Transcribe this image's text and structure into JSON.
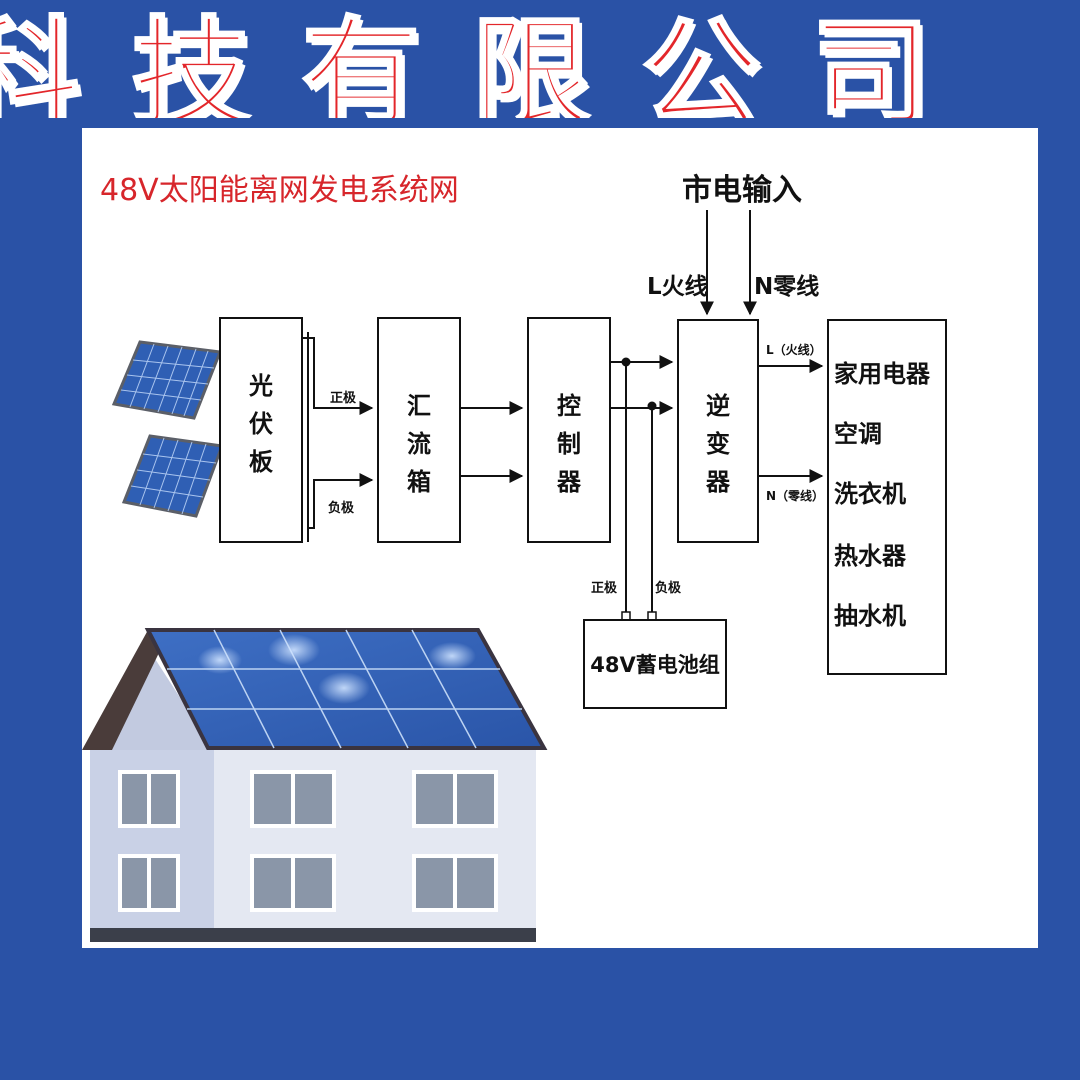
{
  "banner": {
    "text": "科技有限公司"
  },
  "diagram": {
    "title": "48V太阳能离网发电系统网",
    "grid_input": "市电输入",
    "l_live": "L火线",
    "n_neutral": "N零线",
    "boxes": {
      "pv": [
        "光",
        "伏",
        "板"
      ],
      "combiner": [
        "汇",
        "流",
        "箱"
      ],
      "controller": [
        "控",
        "制",
        "器"
      ],
      "inverter": [
        "逆",
        "变",
        "器"
      ],
      "battery": "48V蓄电池组"
    },
    "wire_labels": {
      "positive": "正极",
      "negative": "负极",
      "battery_positive": "正极",
      "battery_negative": "负极",
      "out_l": "L（火线）",
      "out_n": "N（零线）"
    },
    "loads": [
      "家用电器",
      "空调",
      "洗衣机",
      "热水器",
      "抽水机"
    ]
  },
  "colors": {
    "background": "#2a52a6",
    "banner_text": "#e3262a",
    "title": "#d7262b",
    "solar": "#2f5fb4"
  }
}
